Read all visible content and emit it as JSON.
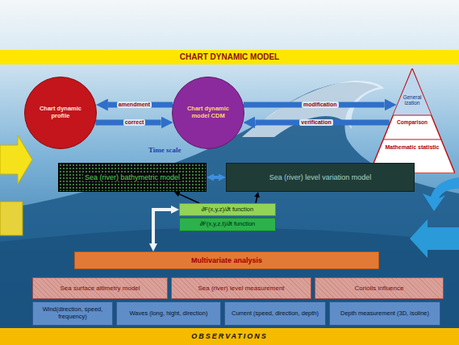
{
  "diagram": {
    "title": "CHART DYNAMIC MODEL",
    "nodes": [
      {
        "text": [
          "Chart dynamic profile"
        ]
      },
      {
        "text": [
          "Chart dynamic model CDM"
        ]
      },
      {
        "text": [
          "Generalization",
          "Comparison",
          "Mathematic statistic"
        ]
      },
      {
        "text": [
          "Sea (river) bathymetric model"
        ]
      },
      {
        "text": [
          "Sea (river) level variation model"
        ]
      },
      {
        "text": [
          "∂F(x,y,z)/∂t function"
        ]
      },
      {
        "text": [
          "∂F(x,y,z,t)/∂t function"
        ]
      },
      {
        "text": [
          "Multivariate analysis"
        ]
      },
      {
        "text": [
          "Sea surface altimetry model"
        ]
      },
      {
        "text": [
          "Sea (river) level measurement"
        ]
      },
      {
        "text": [
          "Coriolis influence"
        ]
      },
      {
        "text": [
          "Wind(direction, speed, frequency)"
        ]
      },
      {
        "text": [
          "Waves (long, hight, direction)"
        ]
      },
      {
        "text": [
          "Current (speed, direction, depth)"
        ]
      },
      {
        "text": [
          "Depth measurement (3D, isoline)"
        ]
      },
      {
        "text": [
          "OBSERVATIONS"
        ]
      }
    ],
    "edges": [
      {
        "from": 1,
        "to": 0,
        "label": "amendment",
        "arrow": "to"
      },
      {
        "from": 0,
        "to": 1,
        "label": "correct",
        "arrow": "to"
      },
      {
        "from": 1,
        "to": 2,
        "label": "modification",
        "arrow": "to"
      },
      {
        "from": 2,
        "to": 1,
        "label": "verification",
        "arrow": "to"
      },
      {
        "from": 5,
        "to": 3,
        "arrow": "to"
      },
      {
        "from": 5,
        "to": 4,
        "arrow": "to"
      },
      {
        "from": 3,
        "to": 4,
        "arrow": "both"
      },
      {
        "from": 7,
        "to": 5,
        "arrow": "both"
      }
    ],
    "labels": [
      "Time scale"
    ]
  }
}
